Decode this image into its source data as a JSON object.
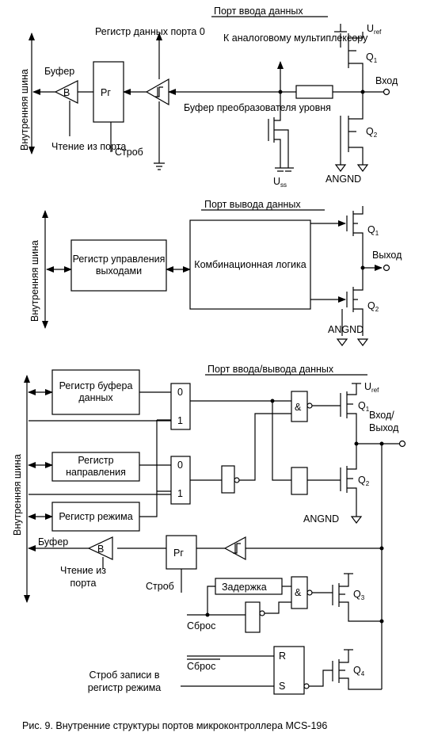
{
  "input_port": {
    "title": "Порт ввода данных",
    "bus": "Внутренняя шина",
    "buffer": "Буфер",
    "buffer_mark": "B",
    "register_label": "Регистр данных порта 0",
    "register_mark": "Рг",
    "read_label": "Чтение из порта",
    "strobe": "Строб",
    "mux_label": "К аналоговому мультиплексору",
    "level_buffer": "Буфер преобразователя уровня",
    "input_pin": "Вход",
    "uref": "U",
    "uref_sub": "ref",
    "uss": "U",
    "uss_sub": "ss",
    "q1": "Q",
    "q1_sub": "1",
    "q2": "Q",
    "q2_sub": "2",
    "angnd": "ANGND"
  },
  "output_port": {
    "title": "Порт вывода данных",
    "bus": "Внутренняя шина",
    "control_register": "Регистр управления выходами",
    "logic": "Комбинационная логика",
    "output_pin": "Выход",
    "q1": "Q",
    "q1_sub": "1",
    "q2": "Q",
    "q2_sub": "2",
    "angnd": "ANGND"
  },
  "io_port": {
    "title": "Порт ввода/вывода данных",
    "bus": "Внутренняя шина",
    "data_buffer_register": "Регистр буфера данных",
    "direction_register": "Регистр направления",
    "mode_register": "Регистр режима",
    "mux_0": "0",
    "mux_1": "1",
    "and_mark": "&",
    "uref": "U",
    "uref_sub": "ref",
    "io_pin": "Вход/ Выход",
    "q1": "Q",
    "q1_sub": "1",
    "q2": "Q",
    "q2_sub": "2",
    "q3": "Q",
    "q3_sub": "3",
    "q4": "Q",
    "q4_sub": "4",
    "angnd": "ANGND",
    "buffer": "Буфер",
    "buffer_mark": "B",
    "register_mark": "Рг",
    "read_label": "Чтение из порта",
    "strobe": "Строб",
    "delay": "Задержка",
    "reset": "Сброс",
    "reset_bar": "Сброс",
    "r_mark": "R",
    "s_mark": "S",
    "mode_strobe": "Строб записи в регистр режима"
  },
  "caption": "Рис. 9.  Внутренние структуры портов микроконтроллера MCS-196"
}
